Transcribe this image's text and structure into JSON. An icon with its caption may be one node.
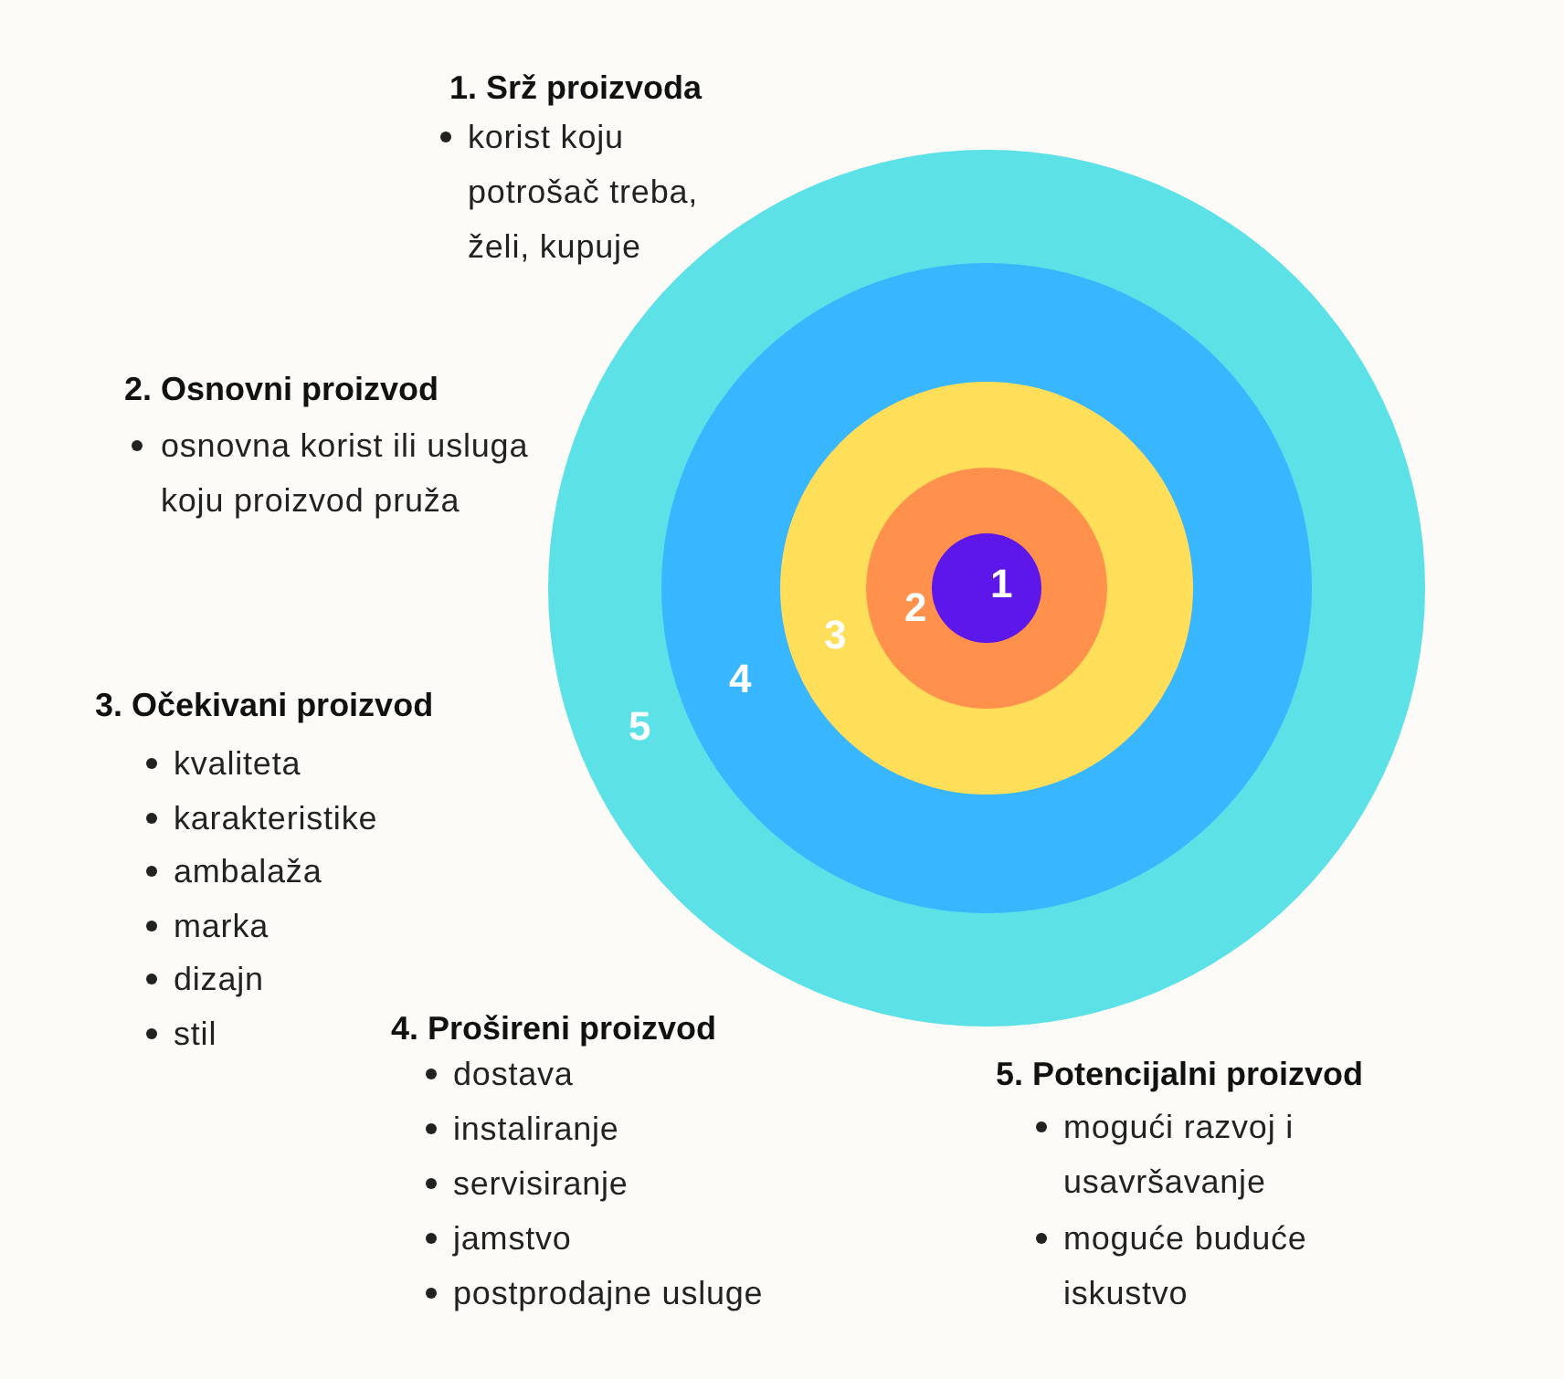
{
  "diagram": {
    "nodes": [
      {
        "text": [
          "5"
        ]
      },
      {
        "text": [
          "4"
        ],
        "in": 0
      },
      {
        "text": [
          "3"
        ],
        "in": 1
      },
      {
        "text": [
          "2"
        ],
        "in": 2
      },
      {
        "text": [
          "1"
        ],
        "in": 3
      }
    ],
    "labels": [
      "1. Srž proizvoda",
      "korist koju potrošač treba, želi, kupuje",
      "2. Osnovni proizvod",
      "osnovna korist ili usluga koju proizvod pruža",
      "3. Očekivani proizvod",
      "kvaliteta",
      "karakteristike",
      "ambalaža",
      "marka",
      "dizajn",
      "stil",
      "4. Prošireni proizvod",
      "dostava",
      "instaliranje",
      "servisiranje",
      "jamstvo",
      "postprodajne usluge",
      "5. Potencijalni proizvod",
      "mogući razvoj i usavršavanje",
      "moguće buduće iskustvo"
    ]
  }
}
